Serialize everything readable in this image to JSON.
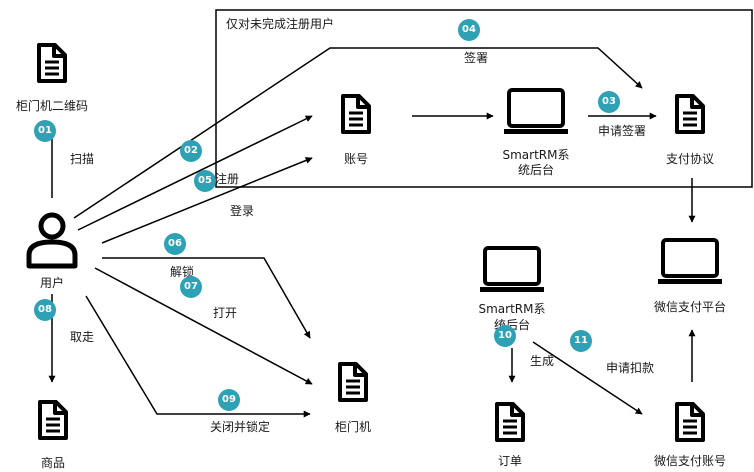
{
  "region": {
    "label": "仅对未完成注册用户"
  },
  "nodes": {
    "cabinet_qr": "柜门机二维码",
    "user": "用户",
    "goods": "商品",
    "account": "账号",
    "backend_top": "SmartRM系统后台",
    "backend_top_line1": "SmartRM系",
    "backend_top_line2": "统后台",
    "pay_agreement": "支付协议",
    "cabinet": "柜门机",
    "backend_bottom_line1": "SmartRM系",
    "backend_bottom_line2": "统后台",
    "wechat_platform": "微信支付平台",
    "order": "订单",
    "wechat_account": "微信支付账号"
  },
  "steps": {
    "s01": {
      "num": "01",
      "label": "扫描"
    },
    "s02": {
      "num": "02"
    },
    "s03": {
      "num": "03",
      "label": "申请签署"
    },
    "s04": {
      "num": "04",
      "label": "签署"
    },
    "s05": {
      "num": "05",
      "label": "注册"
    },
    "login": {
      "label": "登录"
    },
    "s06": {
      "num": "06",
      "label": "解锁"
    },
    "s07": {
      "num": "07",
      "label": "打开"
    },
    "s08": {
      "num": "08",
      "label": "取走"
    },
    "s09": {
      "num": "09",
      "label": "关闭并锁定"
    },
    "s10": {
      "num": "10",
      "label": "生成"
    },
    "s11": {
      "num": "11",
      "label": "申请扣款"
    }
  },
  "colors": {
    "badge": "#2ea1b4",
    "stroke": "#000000"
  }
}
